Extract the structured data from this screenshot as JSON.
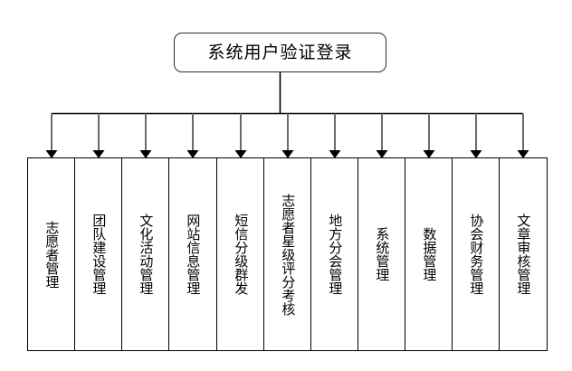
{
  "diagram": {
    "type": "hierarchy-tree",
    "orientation": "top-down",
    "background_color": "#ffffff",
    "line_color": "#000000",
    "connector_color": "#666666",
    "root": {
      "label": "系统用户验证登录",
      "shape": "rounded-rectangle"
    },
    "children": [
      {
        "label": "志愿者管理"
      },
      {
        "label": "团队建设管理"
      },
      {
        "label": "文化活动管理"
      },
      {
        "label": "网站信息管理"
      },
      {
        "label": "短信分级群发"
      },
      {
        "label": "志愿者星级评分考核"
      },
      {
        "label": "地方分会管理"
      },
      {
        "label": "系统管理"
      },
      {
        "label": "数据管理"
      },
      {
        "label": "协会财务管理"
      },
      {
        "label": "文章审核管理"
      }
    ]
  }
}
